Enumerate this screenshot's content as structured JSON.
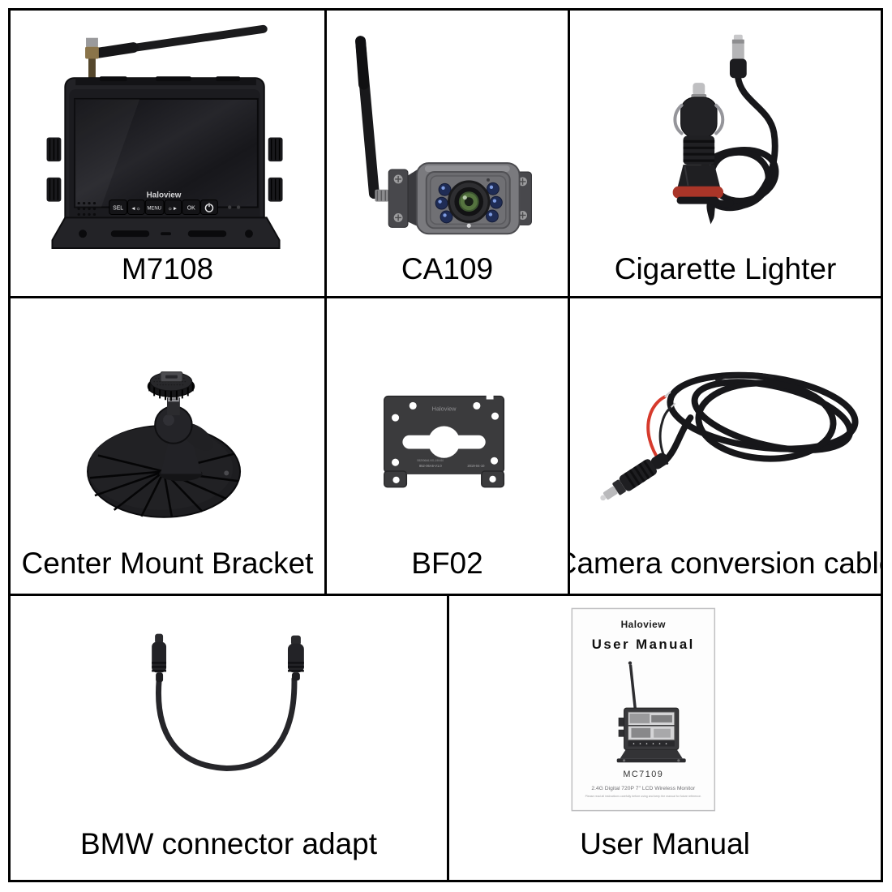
{
  "colors": {
    "background": "#ffffff",
    "grid_border": "#000000",
    "label_text": "#000000",
    "lighter_red_band": "#a93528",
    "red_wire": "#d63a2c",
    "ir_led_blue": "#1f2c55",
    "lens_green": "#55743f"
  },
  "cells": {
    "m7108": {
      "label": "M7108",
      "monitor_brand": "Haloview",
      "buttons": [
        "SEL",
        "◄☼",
        "MENU",
        "☼►",
        "OK"
      ],
      "icons": {
        "power_button": "power-icon"
      }
    },
    "ca109": {
      "label": "CA109"
    },
    "cigarette_lighter": {
      "label": "Cigarette Lighter"
    },
    "center_mount_bracket": {
      "label": "Center Mount Bracket"
    },
    "bf02": {
      "label": "BF02",
      "plate_brand": "Haloview",
      "plate_serial": "B52006A6-V01-190410",
      "plate_part": "852-06A6-V1.0",
      "plate_date": "2019-04-10"
    },
    "camera_conversion_cable": {
      "label": "Camera conversion cable"
    },
    "bmw_connector_adapt": {
      "label": "BMW connector adapt"
    },
    "user_manual": {
      "label": "User Manual",
      "cover_brand": "Haloview",
      "cover_title": "User Manual",
      "cover_model": "MC7109",
      "cover_subtitle": "2.4G Digital 720P 7'' LCD Wireless Monitor",
      "cover_note": "Please read all instructions carefully before using and keep the manual for future reference."
    }
  }
}
